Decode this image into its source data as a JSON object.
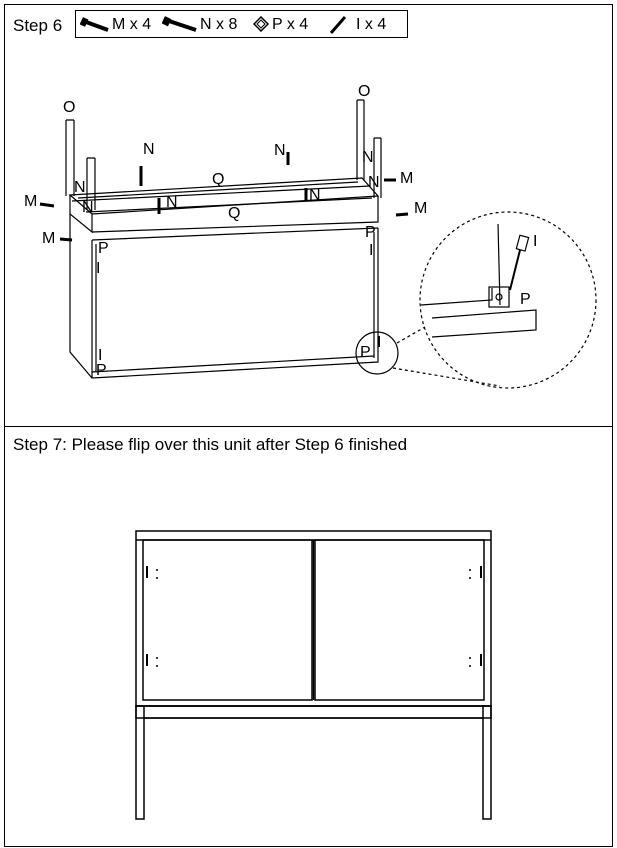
{
  "step6": {
    "title": "Step 6",
    "parts": [
      {
        "icon": "bolt-m-icon",
        "label": "M x 4"
      },
      {
        "icon": "bolt-n-icon",
        "label": "N x 8"
      },
      {
        "icon": "bracket-p-icon",
        "label": "P x 4"
      },
      {
        "icon": "screw-i-icon",
        "label": "I x 4"
      }
    ],
    "labels": {
      "o": "O",
      "n": "N",
      "q": "Q",
      "m": "M",
      "p": "P",
      "i": "I"
    }
  },
  "step7": {
    "title": "Step 7:  Please flip over this unit after Step 6 finished"
  }
}
